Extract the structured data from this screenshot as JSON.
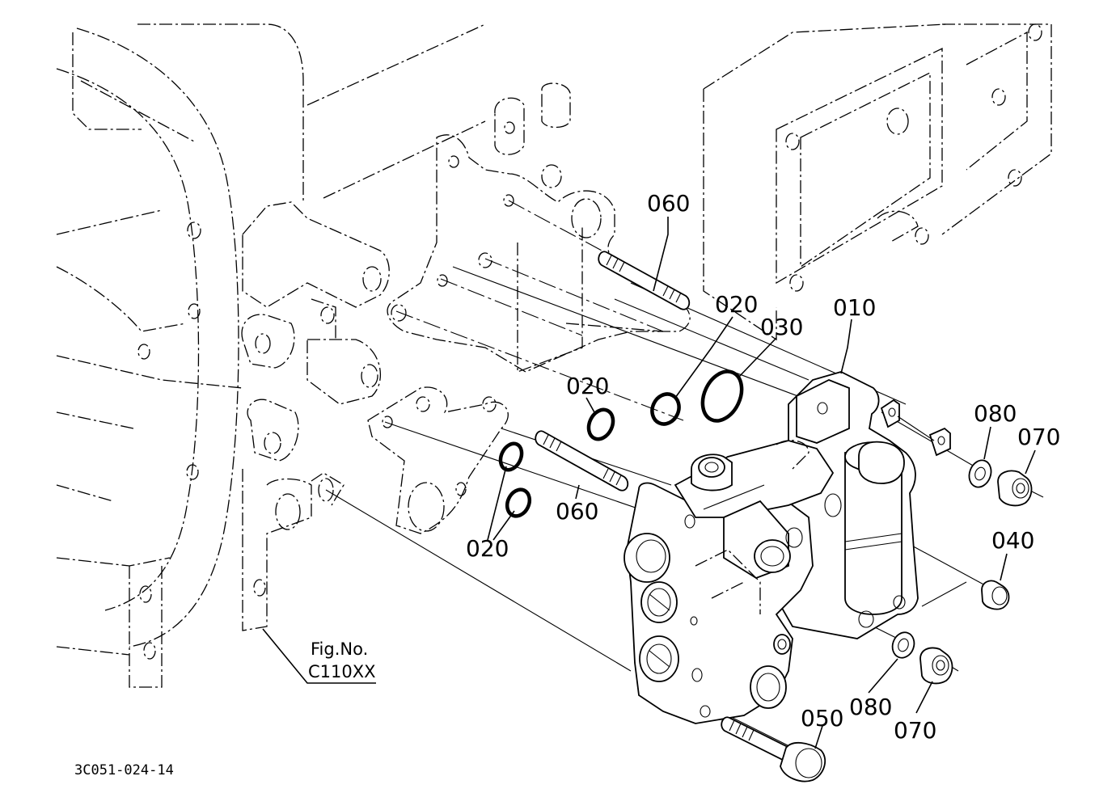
{
  "figure": {
    "fig_label": "Fig.No.",
    "fig_number": "C110XX",
    "doc_code": "3C051-024-14"
  },
  "callouts": [
    {
      "id": "c-060-top",
      "text": "060"
    },
    {
      "id": "c-020-a",
      "text": "020"
    },
    {
      "id": "c-030",
      "text": "030"
    },
    {
      "id": "c-010",
      "text": "010"
    },
    {
      "id": "c-020-b",
      "text": "020"
    },
    {
      "id": "c-080-top",
      "text": "080"
    },
    {
      "id": "c-070-top",
      "text": "070"
    },
    {
      "id": "c-060-mid",
      "text": "060"
    },
    {
      "id": "c-020-c",
      "text": "020"
    },
    {
      "id": "c-040",
      "text": "040"
    },
    {
      "id": "c-080-bot",
      "text": "080"
    },
    {
      "id": "c-070-bot",
      "text": "070"
    },
    {
      "id": "c-050",
      "text": "050"
    }
  ]
}
